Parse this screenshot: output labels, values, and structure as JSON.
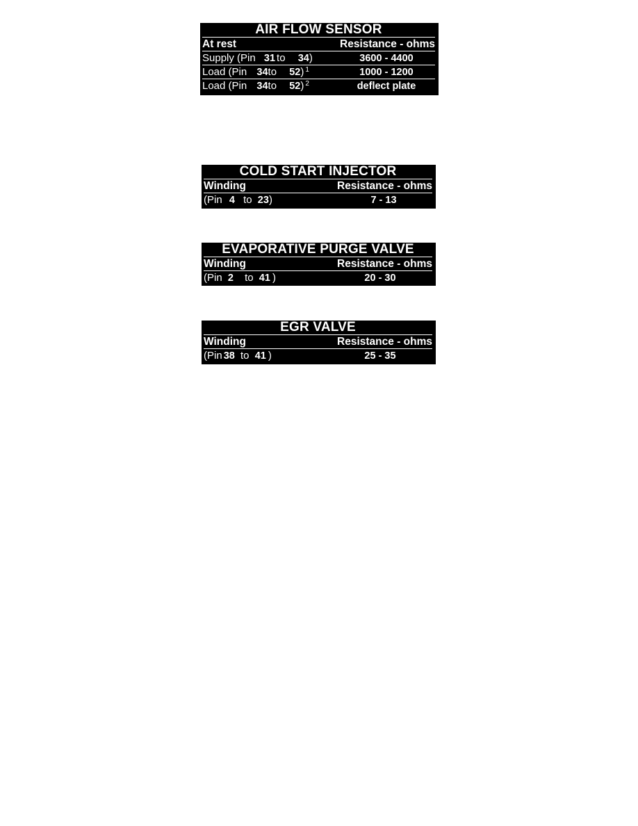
{
  "air_flow_sensor": {
    "title": "AIR FLOW SENSOR",
    "header_left": "At rest",
    "header_right": "Resistance - ohms",
    "rows": [
      {
        "label": "Supply (Pin",
        "pin_a": "31",
        "to": "to",
        "pin_b": "34",
        "close": ")",
        "note": "",
        "value": "3600 - 4400"
      },
      {
        "label": "Load (Pin",
        "pin_a": "34",
        "to": "to",
        "pin_b": "52",
        "close": ")",
        "note": "1",
        "value": "1000 - 1200"
      },
      {
        "label": "Load (Pin",
        "pin_a": "34",
        "to": "to",
        "pin_b": "52",
        "close": ")",
        "note": "2",
        "value": "deflect plate"
      }
    ]
  },
  "cold_start_injector": {
    "title": "COLD START INJECTOR",
    "header_left": "Winding",
    "header_right": "Resistance - ohms",
    "rows": [
      {
        "label": "(Pin",
        "pin_a": "4",
        "to": "to",
        "pin_b": "23",
        "close": ")",
        "value": "7 - 13"
      }
    ]
  },
  "evap_purge_valve": {
    "title": "EVAPORATIVE PURGE VALVE",
    "header_left": "Winding",
    "header_right": "Resistance - ohms",
    "rows": [
      {
        "label": "(Pin",
        "pin_a": "2",
        "to": "to",
        "pin_b": "41",
        "close": ")",
        "value": "20 - 30"
      }
    ]
  },
  "egr_valve": {
    "title": "EGR VALVE",
    "header_left": "Winding",
    "header_right": "Resistance - ohms",
    "rows": [
      {
        "label": "(Pin",
        "pin_a": "38",
        "to": "to",
        "pin_b": "41",
        "close": ")",
        "value": "25 - 35"
      }
    ]
  }
}
